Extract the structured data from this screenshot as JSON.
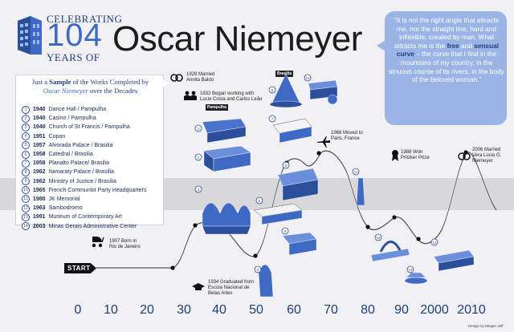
{
  "header": {
    "celebrating": "CELEBRATING",
    "years_number": "104",
    "years_of": "YEARS OF",
    "name": "Oscar Niemeyer"
  },
  "quote": {
    "part1": "“It is not the right angle that attracts me, nor the straight line, hard and inflexible, created by man. What attracts me is the ",
    "free": "free",
    "and": " and ",
    "sensual": "sensual curve",
    "part2": " – the curve that I find in the mountains of my country, in the sinuous course of its rivers, in the body of the beloved woman.”"
  },
  "list": {
    "title_1": "Just a ",
    "title_sample": "Sample",
    "title_2": " of the Works Completed by",
    "title_name": "Oscar Niemeyer",
    "title_3": " over the Decades",
    "items": [
      {
        "n": "1",
        "year": "1940",
        "name": "Dance Hall / Pampulha"
      },
      {
        "n": "2",
        "year": "1940",
        "name": "Casino / Pampulha"
      },
      {
        "n": "3",
        "year": "1940",
        "name": "Church of St Francis / Pampulha"
      },
      {
        "n": "4",
        "year": "1951",
        "name": "Copan"
      },
      {
        "n": "5",
        "year": "1957",
        "name": "Alvorada Palace / Brasilia"
      },
      {
        "n": "6",
        "year": "1958",
        "name": "Catedral / Brasilia"
      },
      {
        "n": "7",
        "year": "1958",
        "name": "Planalto  Palace/ Brasilia"
      },
      {
        "n": "8",
        "year": "1962",
        "name": "Itamaraty Palace / Brasilia"
      },
      {
        "n": "9",
        "year": "1962",
        "name": "Ministry of Justice / Brasilia"
      },
      {
        "n": "10",
        "year": "1965",
        "name": "French Communist Party Headquarters"
      },
      {
        "n": "11",
        "year": "1980",
        "name": "JK Memorial"
      },
      {
        "n": "12",
        "year": "1963",
        "name": "Sambodromo"
      },
      {
        "n": "13",
        "year": "1991",
        "name": "Museum  of Contemporary Art"
      },
      {
        "n": "14",
        "year": "2003",
        "name": "Minas Gerais Administrative Center"
      }
    ]
  },
  "events": {
    "born": "1907 Born in\nRio de Janeiro",
    "married": "1928 Married\nAnnita Baldo",
    "lucio": "1932 Began working with\nLucio Costa and Carlos Leão",
    "graduated": "1934 Graduated from\nEscola Nacional de\nBelas Artes",
    "paris": "1966 Moved to\nParis, France",
    "pritzker": "1988 Won\nPritzker Prize",
    "married2": "2006 Married\nVera Lúcia G.\nNiemeyer"
  },
  "badges": {
    "pampulha": "Pampulha",
    "brasilia": "Brasilia",
    "start": "START"
  },
  "axis": [
    "0",
    "10",
    "20",
    "30",
    "40",
    "50",
    "60",
    "70",
    "80",
    "90",
    "2000",
    "2010"
  ],
  "footer": {
    "credit": "Design by Megan Jeff"
  }
}
